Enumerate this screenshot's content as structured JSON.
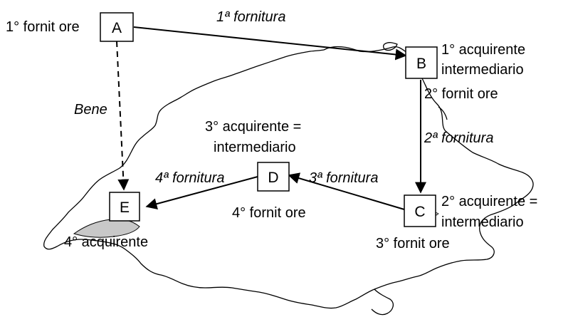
{
  "nodes": {
    "A": {
      "letter": "A"
    },
    "B": {
      "letter": "B"
    },
    "C": {
      "letter": "C"
    },
    "D": {
      "letter": "D"
    },
    "E": {
      "letter": "E"
    }
  },
  "labels": {
    "supplier_1": "1° fornit ore",
    "buyer_1": "1° acquirente",
    "buyer_1_b": "intermediario",
    "supplier_2": "2° fornit ore",
    "buyer_2": "2° acquirente =",
    "buyer_2_b": "intermediario",
    "supplier_3": "3° fornit ore",
    "buyer_3": "3° acquirente =",
    "buyer_3_b": "intermediario",
    "supplier_4": "4° fornit ore",
    "buyer_4": "4° acquirente"
  },
  "edges": {
    "delivery_1": "1ª fornitura",
    "delivery_2": "2ª fornitura",
    "delivery_3": "3ª fornitura",
    "delivery_4": "4ª fornitura",
    "goods": "Bene"
  }
}
